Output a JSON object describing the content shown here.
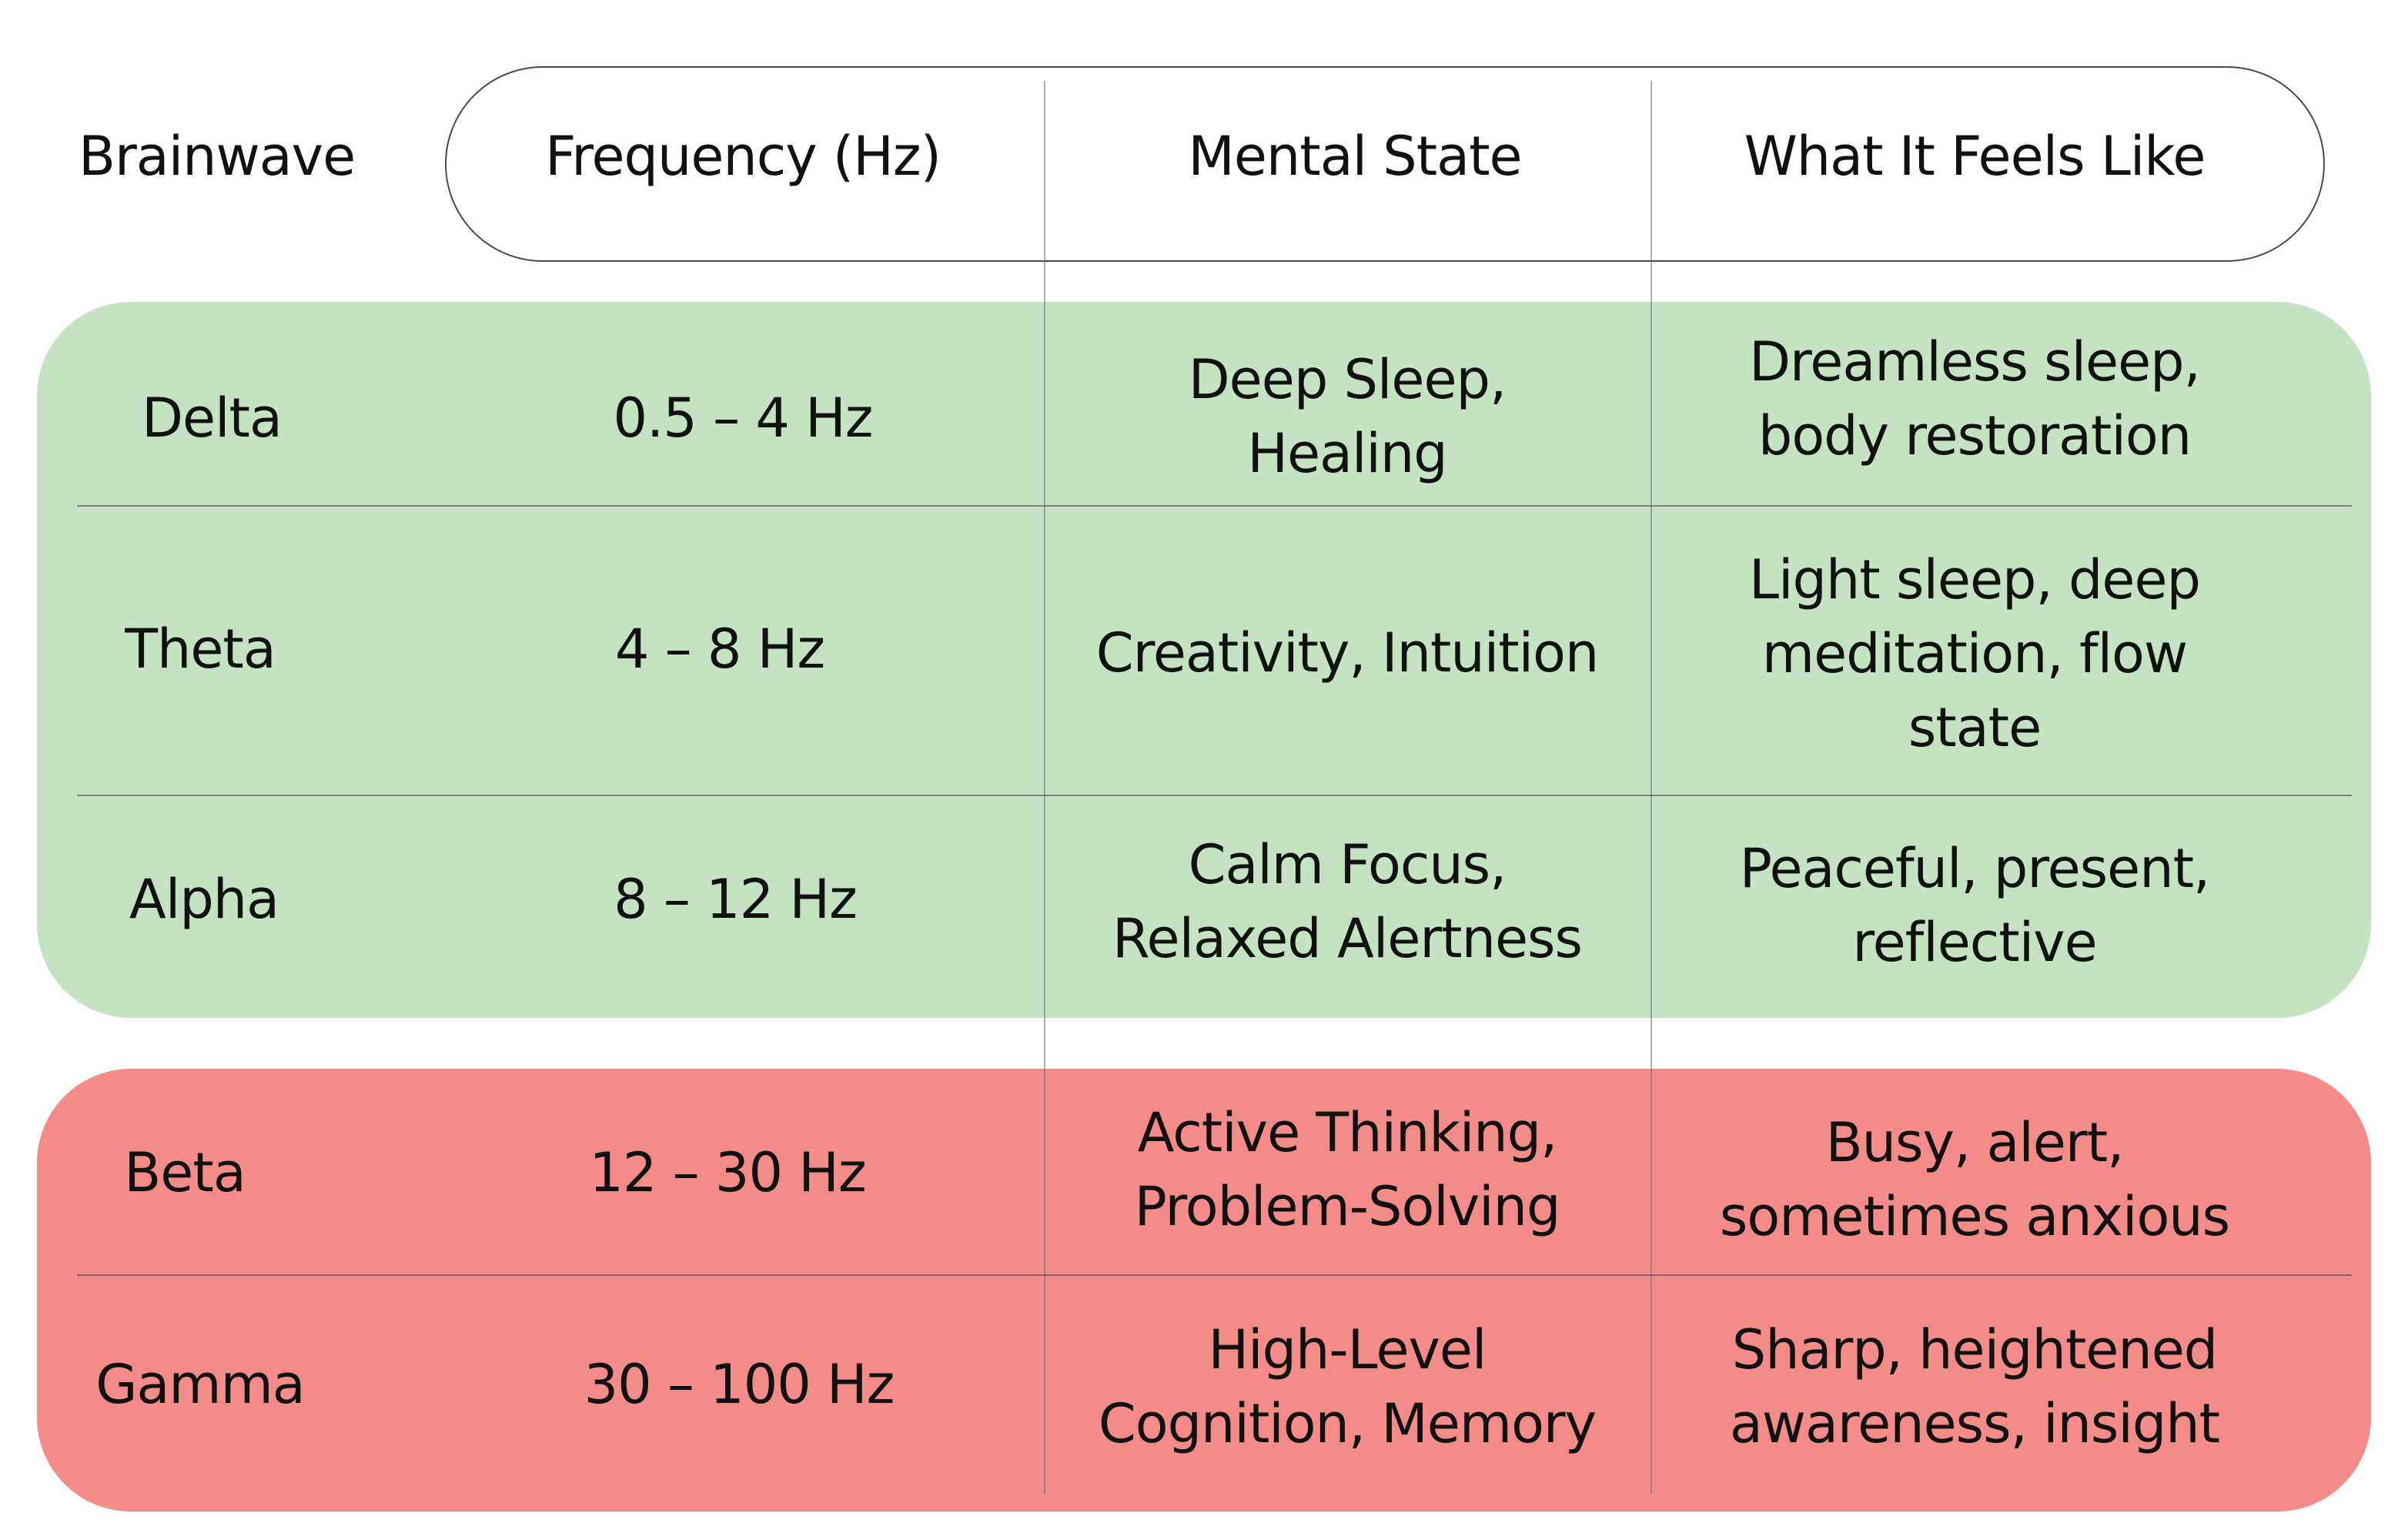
{
  "colors": {
    "calm_group_bg": "#c5e2c3",
    "active_group_bg": "#f38b89"
  },
  "table": {
    "headers": [
      "Brainwave",
      "Frequency (Hz)",
      "Mental State",
      "What It Feels Like"
    ],
    "rows": [
      {
        "brainwave": "Delta",
        "frequency": "0.5 – 4 Hz",
        "mental_state": "Deep Sleep,\nHealing",
        "feels_like": "Dreamless sleep,\nbody restoration"
      },
      {
        "brainwave": "Theta",
        "frequency": "4 – 8 Hz",
        "mental_state": "Creativity, Intuition",
        "feels_like": "Light sleep, deep\nmeditation, flow\nstate"
      },
      {
        "brainwave": "Alpha",
        "frequency": "8 – 12 Hz",
        "mental_state": "Calm Focus,\nRelaxed Alertness",
        "feels_like": "Peaceful, present,\nreflective"
      },
      {
        "brainwave": "Beta",
        "frequency": "12 – 30 Hz",
        "mental_state": "Active Thinking,\nProblem-Solving",
        "feels_like": "Busy, alert,\nsometimes anxious"
      },
      {
        "brainwave": "Gamma",
        "frequency": "30 – 100 Hz",
        "mental_state": "High-Level\nCognition, Memory",
        "feels_like": "Sharp, heightened\nawareness, insight"
      }
    ]
  }
}
